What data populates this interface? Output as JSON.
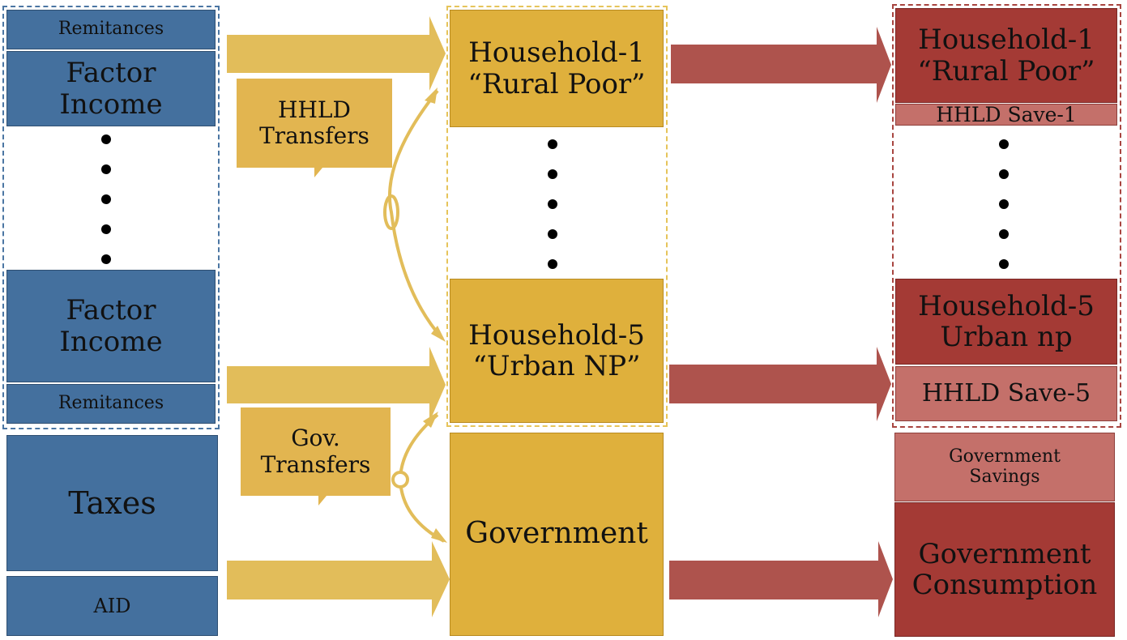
{
  "left_column": {
    "remittances_top": "Remitances",
    "factor_income_top": "Factor\nIncome",
    "factor_income_bottom": "Factor\nIncome",
    "remittances_bottom": "Remitances",
    "taxes": "Taxes",
    "aid": "AID"
  },
  "middle_column": {
    "household_1": "Household-1\n“Rural Poor”",
    "household_5": "Household-5\n“Urban NP”",
    "government": "Government"
  },
  "callouts": {
    "hhld_transfers": "HHLD\nTransfers",
    "gov_transfers": "Gov.\nTransfers"
  },
  "right_column": {
    "household_1": "Household-1\n“Rural Poor”",
    "hhld_save_1": "HHLD Save-1",
    "household_5": "Household-5\nUrban np",
    "hhld_save_5": "HHLD Save-5",
    "government_savings": "Government\nSavings",
    "government_consumption": "Government\nConsumption"
  },
  "colors": {
    "blue": "#44709e",
    "gold": "#dfb03c",
    "red": "#a43a35",
    "pink": "#c4706a",
    "arrow_gold": "#e2bd5a",
    "arrow_red": "#ae534d"
  }
}
